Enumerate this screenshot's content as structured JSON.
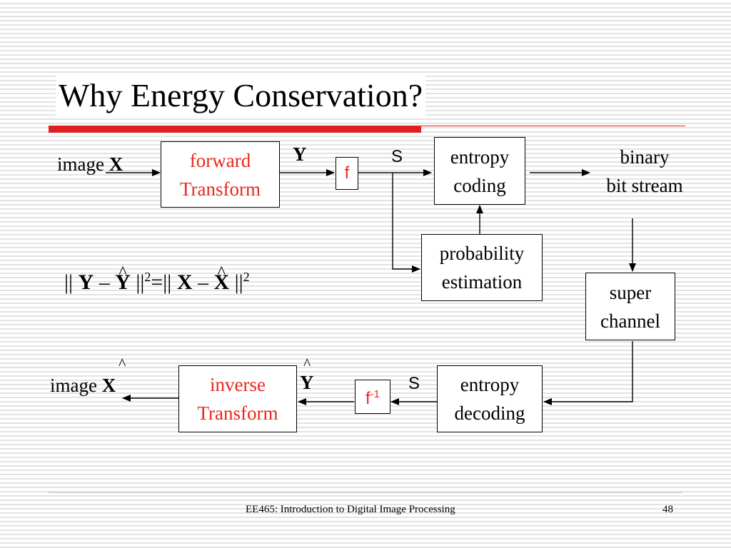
{
  "slide": {
    "title": "Why Energy Conservation?",
    "footer_text": "EE465: Introduction to Digital Image Processing",
    "page_number": "48"
  },
  "diagram": {
    "input_label": "image ",
    "input_symbol": "X",
    "forward_transform": [
      "forward",
      "Transform"
    ],
    "y_label": "Y",
    "f_label": "f",
    "s_label_top": "S",
    "entropy_coding": [
      "entropy",
      "coding"
    ],
    "probability_estimation": [
      "probability",
      "estimation"
    ],
    "binary_bit_stream": [
      "binary",
      "bit stream"
    ],
    "super_channel": [
      "super",
      "channel"
    ],
    "entropy_decoding": [
      "entropy",
      "decoding"
    ],
    "s_label_bottom": "S",
    "f_inverse_base": "f",
    "f_inverse_exp": "-1",
    "y_hat_label": "Y",
    "hat_mark": "^",
    "inverse_transform": [
      "inverse",
      "Transform"
    ],
    "output_label": "image ",
    "output_symbol": "X"
  },
  "formula": {
    "norm_open": "|| ",
    "y": "Y",
    "minus": " – ",
    "y_hat": "Y",
    "hat": "^",
    "norm_close": " ||",
    "square": "2",
    "equals": "=",
    "x": "X",
    "x_hat": "X"
  },
  "colors": {
    "accent_red": "#e02020",
    "label_red": "#e8281e",
    "stripe": "#e3e3e3"
  }
}
